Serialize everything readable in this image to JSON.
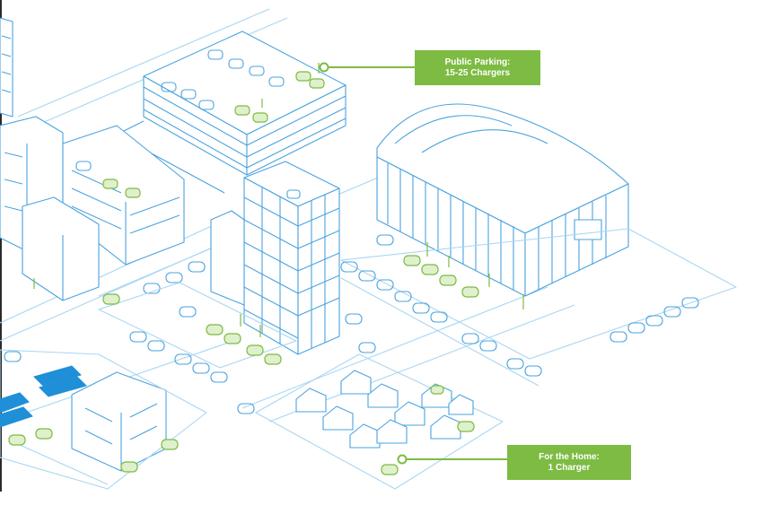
{
  "callouts": {
    "public_parking": {
      "line1": "Public Parking:",
      "line2": "15-25 Chargers"
    },
    "home": {
      "line1": "For the Home:",
      "line2": "1 Charger"
    }
  },
  "colors": {
    "line_blue": "#4aa3df",
    "light_blue": "#a9d6f2",
    "charger_green": "#7dbb42",
    "solar_blue": "#1f8fd8",
    "background": "#ffffff"
  },
  "icons": {
    "parking_marker": "marker-circle-icon",
    "home_marker": "marker-circle-icon",
    "solar_panels": "solar-panel-icon"
  }
}
